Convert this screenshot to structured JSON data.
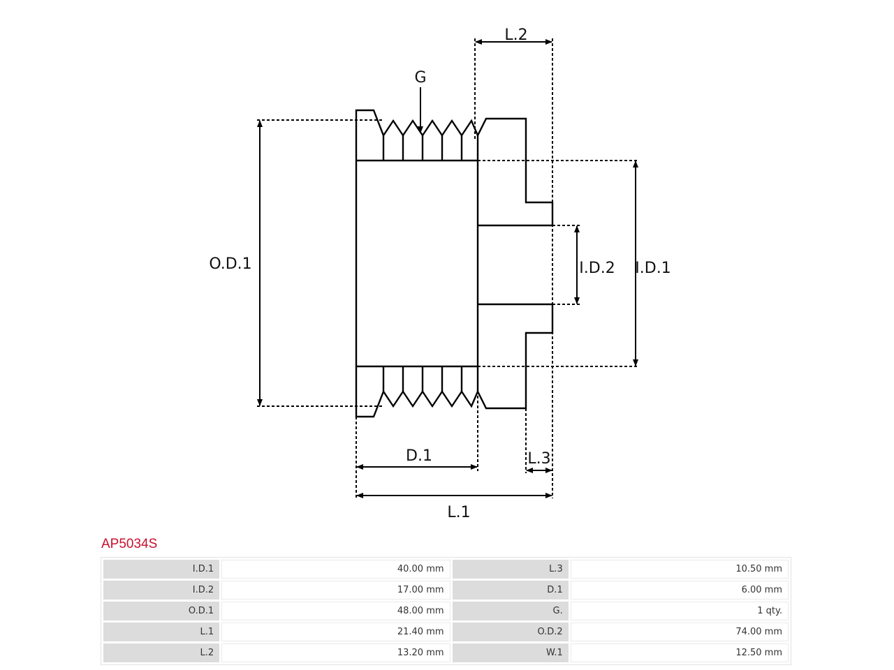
{
  "diagram": {
    "labels": {
      "l2": "L.2",
      "g": "G",
      "od1": "O.D.1",
      "id2": "I.D.2",
      "id1": "I.D.1",
      "d1": "D.1",
      "l3": "L.3",
      "l1": "L.1"
    }
  },
  "part_number": "AP5034S",
  "specs": {
    "rows": [
      {
        "k1": "I.D.1",
        "v1": "40.00 mm",
        "k2": "L.3",
        "v2": "10.50 mm"
      },
      {
        "k1": "I.D.2",
        "v1": "17.00  mm",
        "k2": "D.1",
        "v2": "6.00 mm"
      },
      {
        "k1": "O.D.1",
        "v1": "48.00  mm",
        "k2": "G.",
        "v2": "1 qty."
      },
      {
        "k1": "L.1",
        "v1": "21.40 mm",
        "k2": "O.D.2",
        "v2": "74.00 mm"
      },
      {
        "k1": "L.2",
        "v1": "13.20 mm",
        "k2": "W.1",
        "v2": "12.50 mm"
      }
    ]
  }
}
